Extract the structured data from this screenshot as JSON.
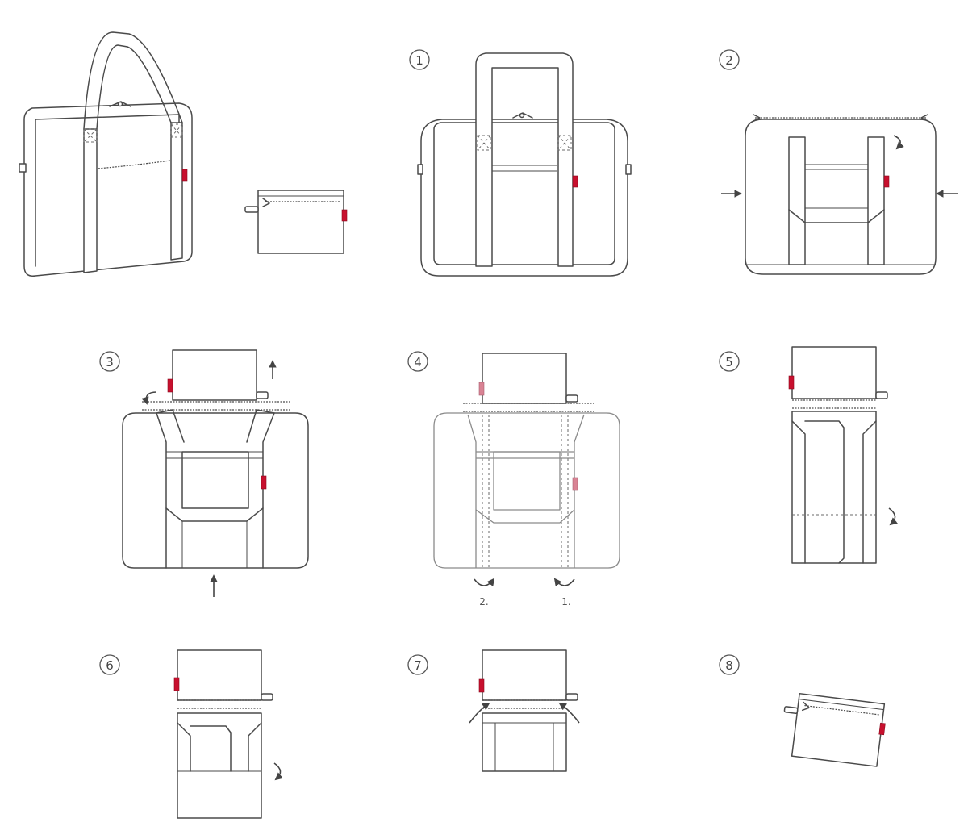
{
  "colors": {
    "line": "#4a4a4a",
    "brand_tag": "#c8102e",
    "background": "#ffffff"
  },
  "steps": [
    {
      "number": "1"
    },
    {
      "number": "2"
    },
    {
      "number": "3"
    },
    {
      "number": "4",
      "sublabels": [
        "2.",
        "1."
      ]
    },
    {
      "number": "5"
    },
    {
      "number": "6"
    },
    {
      "number": "7"
    },
    {
      "number": "8"
    }
  ],
  "icons": [
    "brand-tag-icon",
    "zipper-pull-icon",
    "curved-arrow-icon",
    "straight-arrow-icon"
  ]
}
